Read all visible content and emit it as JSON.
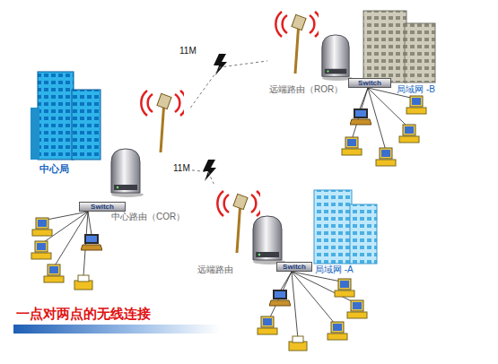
{
  "diagram": {
    "caption": "一点对两点的无线连接",
    "nodes": [
      {
        "text": [
          "中心局"
        ]
      },
      {
        "text": [
          "中心路由（COR）"
        ]
      },
      {
        "text": [
          "远端路由（ROR）"
        ]
      },
      {
        "text": [
          "局域网 -B"
        ]
      },
      {
        "text": [
          "远端路由"
        ]
      },
      {
        "text": [
          "局域网 -A"
        ]
      },
      {
        "text": [
          "Switch"
        ]
      },
      {
        "text": [
          "Switch"
        ]
      },
      {
        "text": [
          "Switch"
        ]
      }
    ],
    "edges": [
      {
        "from": 1,
        "to": 2,
        "label": "11M",
        "arrow": "none"
      },
      {
        "from": 1,
        "to": 4,
        "label": "11M",
        "arrow": "none"
      }
    ]
  }
}
